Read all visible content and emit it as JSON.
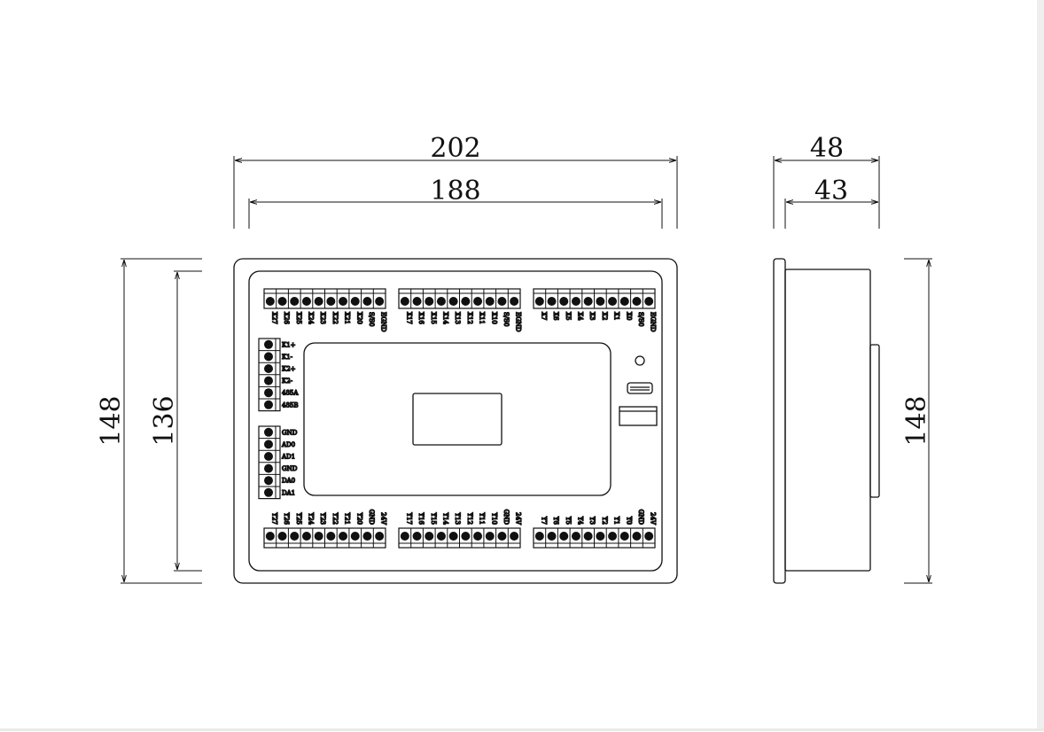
{
  "dimensions": {
    "overall_width": "202",
    "inner_width": "188",
    "overall_height_left": "148",
    "inner_height": "136",
    "side_depth": "48",
    "side_inner_depth": "43",
    "side_height": "148"
  },
  "terminals": {
    "top_left": [
      "X27",
      "X26",
      "X25",
      "X24",
      "X23",
      "X22",
      "X21",
      "X20",
      "S/S0",
      "EGND"
    ],
    "top_mid": [
      "X17",
      "X16",
      "X15",
      "X14",
      "X13",
      "X12",
      "X11",
      "X10",
      "S/S0",
      "EGND"
    ],
    "top_right": [
      "X7",
      "X6",
      "X5",
      "X4",
      "X3",
      "X2",
      "X1",
      "X0",
      "S/S0",
      "EGND"
    ],
    "left_comm": [
      "K1+",
      "K1-",
      "K2+",
      "K2-",
      "485A",
      "485B"
    ],
    "left_analog": [
      "GND",
      "AD0",
      "AD1",
      "GND",
      "DA0",
      "DA1"
    ],
    "bottom_left": [
      "Y27",
      "Y26",
      "Y25",
      "Y24",
      "Y23",
      "Y22",
      "Y21",
      "Y20",
      "GND",
      "24V"
    ],
    "bottom_mid": [
      "Y17",
      "Y16",
      "Y15",
      "Y14",
      "Y13",
      "Y12",
      "Y11",
      "Y10",
      "GND",
      "24V"
    ],
    "bottom_right": [
      "Y7",
      "Y6",
      "Y5",
      "Y4",
      "Y3",
      "Y2",
      "Y1",
      "Y0",
      "GND",
      "24V"
    ]
  },
  "colors": {
    "line": "#111111",
    "background": "#ffffff"
  }
}
